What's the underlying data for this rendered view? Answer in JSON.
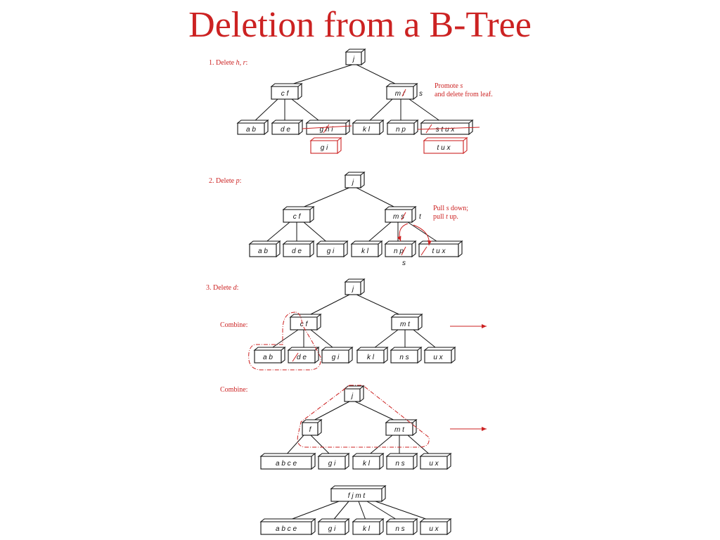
{
  "title": "Deletion from a B-Tree",
  "steps": [
    {
      "id": "s1",
      "label_prefix": "1. Delete ",
      "label_keys": "h, r",
      "label_suffix": ":",
      "note_lines": [
        {
          "pre": "Promote ",
          "key": "s",
          "post": ""
        },
        {
          "pre": "and delete from leaf.",
          "key": "",
          "post": ""
        }
      ],
      "side_key": "s",
      "root": "j",
      "inner": [
        "c f",
        "m r"
      ],
      "leaves": [
        "a b",
        "d e",
        "g h i",
        "k l",
        "n p",
        "s t u x"
      ],
      "result_leaves": [
        "g i",
        "t u x"
      ]
    },
    {
      "id": "s2",
      "label_prefix": "2. Delete ",
      "label_keys": "p",
      "label_suffix": ":",
      "note_lines": [
        {
          "pre": "Pull ",
          "key": "s",
          "post": " down;"
        },
        {
          "pre": "pull ",
          "key": "t",
          "post": " up."
        }
      ],
      "side_key": "t",
      "below_key": "s",
      "root": "j",
      "inner": [
        "c f",
        "m s"
      ],
      "leaves": [
        "a b",
        "d e",
        "g i",
        "k l",
        "n p",
        "t u x"
      ]
    },
    {
      "id": "s3",
      "label_prefix": "3. Delete ",
      "label_keys": "d",
      "label_suffix": ":",
      "combine_label": "Combine:",
      "root": "j",
      "inner": [
        "c f",
        "m t"
      ],
      "leaves": [
        "a b",
        "d e",
        "g i",
        "k l",
        "n s",
        "u x"
      ]
    },
    {
      "id": "s4",
      "combine_label": "Combine:",
      "root": "j",
      "inner": [
        "f",
        "m t"
      ],
      "leaves": [
        "a b c e",
        "g i",
        "k l",
        "n s",
        "u x"
      ]
    },
    {
      "id": "s5",
      "root": "f j m t",
      "leaves": [
        "a b c e",
        "g i",
        "k l",
        "n s",
        "u x"
      ]
    }
  ],
  "colors": {
    "accent": "#cc2222",
    "ink": "#111111",
    "background": "#ffffff"
  }
}
